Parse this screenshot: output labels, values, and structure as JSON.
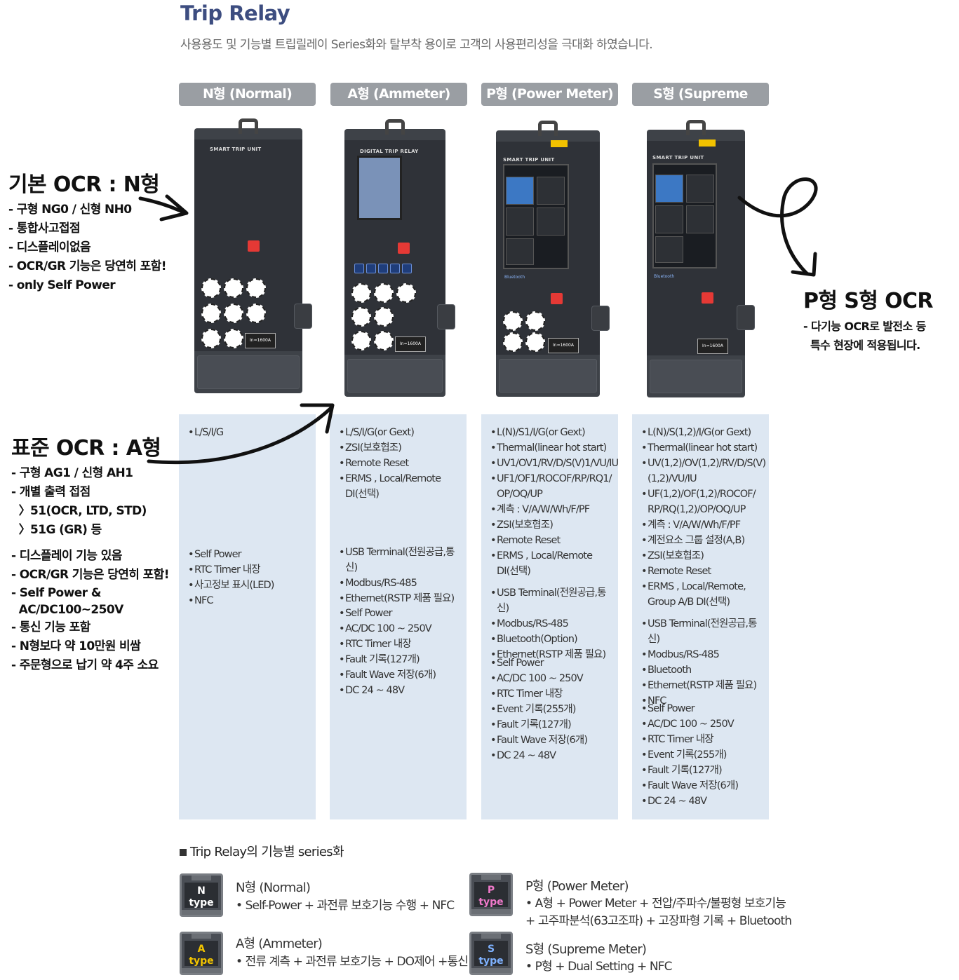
{
  "header": {
    "title": "Trip Relay",
    "subtitle": "사용용도 및 기능별 트립릴레이 Series화와 탈부착 용이로 고객의 사용편리성을 극대화 하였습니다."
  },
  "types": [
    {
      "tab": "N형 (Normal)",
      "device_label": "SMART TRIP UNIT",
      "features": [
        [
          "L/S/I/G"
        ],
        [
          "Self Power",
          "RTC Timer 내장",
          "사고정보 표시(LED)",
          "NFC"
        ]
      ]
    },
    {
      "tab": "A형 (Ammeter)",
      "device_label": "DIGITAL TRIP RELAY",
      "features": [
        [
          "L/S/I/G(or Gext)",
          "ZSI(보호협조)",
          "Remote Reset",
          "ERMS , Local/Remote DI(선택)"
        ],
        [
          "USB Terminal(전원공급,통신)",
          "Modbus/RS-485",
          "Ethernet(RSTP 제품 필요)"
        ],
        [
          "Self Power",
          "AC/DC 100 ~ 250V",
          "RTC Timer 내장",
          "Fault 기록(127개)",
          "Fault Wave 저장(6개)",
          "DC 24 ~ 48V"
        ]
      ]
    },
    {
      "tab": "P형 (Power Meter)",
      "device_label": "SMART TRIP UNIT",
      "features": [
        [
          "L(N)/S1/I/G(or Gext)",
          "Thermal(linear hot start)",
          "UV1/OV1/RV/D/S(V)1/VU/IU",
          "UF1/OF1/ROCOF/RP/RQ1/ OP/OQ/UP",
          "계측 : V/A/W/Wh/F/PF",
          "ZSI(보호협조)",
          "Remote Reset",
          "ERMS , Local/Remote DI(선택)"
        ],
        [
          "USB Terminal(전원공급,통신)",
          "Modbus/RS-485",
          "Bluetooth(Option)",
          "Ethernet(RSTP 제품 필요)"
        ],
        [
          "Self Power",
          "AC/DC 100 ~ 250V",
          "RTC Timer 내장",
          "Event 기록(255개)",
          "Fault 기록(127개)",
          "Fault Wave 저장(6개)",
          "DC 24 ~ 48V"
        ]
      ]
    },
    {
      "tab": "S형 (Supreme meter)",
      "device_label": "SMART TRIP UNIT",
      "features": [
        [
          "L(N)/S(1,2)/I/G(or Gext)",
          "Thermal(linear hot start)",
          "UV(1,2)/OV(1,2)/RV/D/S(V) (1,2)/VU/IU",
          "UF(1,2)/OF(1,2)/ROCOF/ RP/RQ(1,2)/OP/OQ/UP",
          "계측 : V/A/W/Wh/F/PF",
          "계전요소 그룹 설정(A,B)",
          "ZSI(보호협조)",
          "Remote Reset",
          "ERMS , Local/Remote, Group A/B DI(선택)"
        ],
        [
          "USB Terminal(전원공급,통신)",
          "Modbus/RS-485",
          "Bluetooth",
          "Ethernet(RSTP 제품 필요)",
          "NFC"
        ],
        [
          "Self Power",
          "AC/DC 100 ~ 250V",
          "RTC Timer 내장",
          "Event 기록(255개)",
          "Fault 기록(127개)",
          "Fault Wave 저장(6개)",
          "DC 24 ~ 48V"
        ]
      ]
    }
  ],
  "device_text": {
    "rating": "In=1600A",
    "bluetooth": "Bluetooth"
  },
  "notes": {
    "n_type": {
      "title": "기본 OCR : N형",
      "items": [
        "- 구형 NG0 / 신형 NH0",
        "- 통합사고접점",
        "- 디스플레이없음",
        "- OCR/GR 기능은 당연히 포함!",
        "- only Self Power"
      ]
    },
    "a_type": {
      "title": "표준 OCR : A형",
      "items": [
        "- 구형 AG1 / 신형 AH1",
        "- 개별 출력 접점",
        "  〉51(OCR, LTD, STD)",
        "  〉51G (GR) 등"
      ],
      "items2": [
        "- 디스플레이 기능 있음",
        "- OCR/GR 기능은 당연히 포함!",
        "- Self Power &",
        "  AC/DC100~250V",
        "- 통신 기능 포함",
        "- N형보다 약 10만원 비쌈",
        "- 주문형으로 납기 약 4주 소요"
      ]
    },
    "ps_type": {
      "title": "P형 S형 OCR",
      "items": [
        "- 다기능 OCR로 발전소 등",
        "  특수 현장에 적용됩니다."
      ]
    }
  },
  "series": {
    "title": "Trip Relay의 기능별 series화",
    "items": [
      {
        "icon_letter": "N",
        "icon_word": "type",
        "icon_color": "#ffffff",
        "name": "N형 (Normal)",
        "desc": [
          "• Self-Power + 과전류 보호기능 수행 + NFC"
        ]
      },
      {
        "icon_letter": "A",
        "icon_word": "type",
        "icon_color": "#f2c400",
        "name": "A형 (Ammeter)",
        "desc": [
          "• 전류 계측 + 과전류 보호기능 + DO제어 +통신"
        ]
      },
      {
        "icon_letter": "P",
        "icon_word": "type",
        "icon_color": "#f07acb",
        "name": "P형 (Power Meter)",
        "desc": [
          "• A형 + Power Meter + 전압/주파수/불평형 보호기능",
          "+ 고주파분석(63고조파) + 고장파형 기록 + Bluetooth"
        ]
      },
      {
        "icon_letter": "S",
        "icon_word": "type",
        "icon_color": "#7fb2ff",
        "name": "S형 (Supreme Meter)",
        "desc": [
          "• P형 + Dual Setting + NFC"
        ]
      }
    ]
  }
}
